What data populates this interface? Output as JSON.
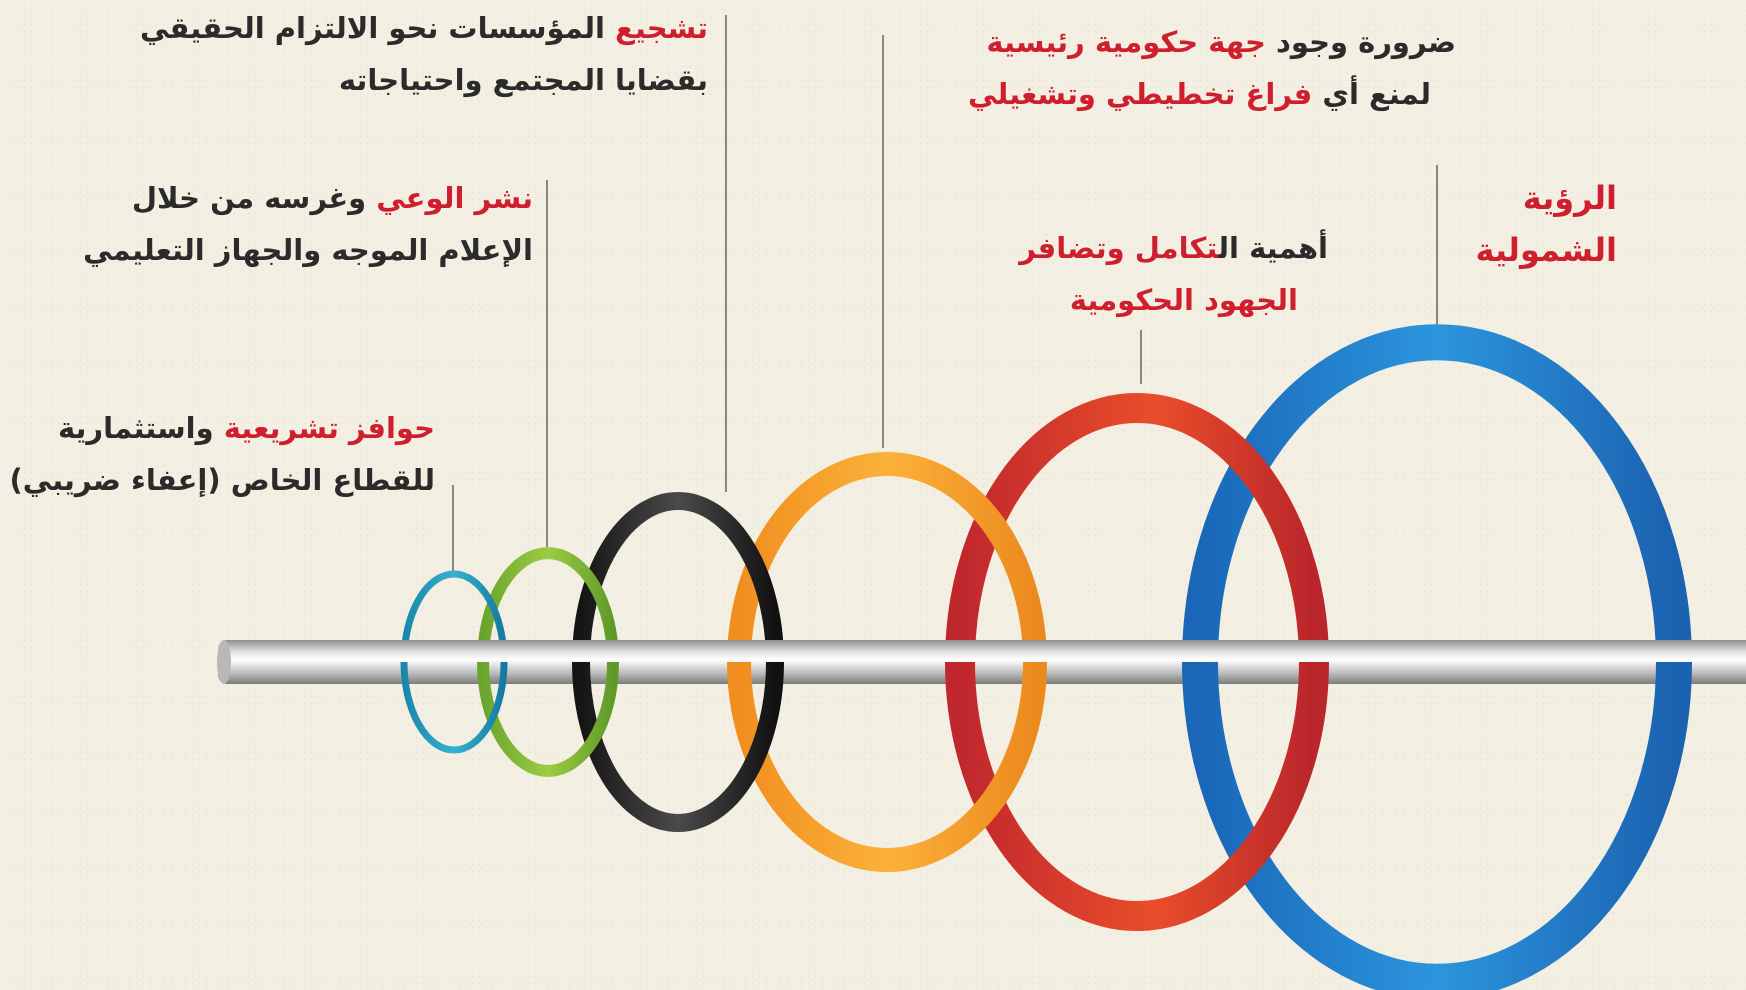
{
  "colors": {
    "highlight": "#cf1f2e",
    "text": "#2b2b2b",
    "background": "#f3f0e3",
    "rod": "#c8c8c8",
    "ring_blue": "#2388d2",
    "ring_red": "#e2452a",
    "ring_orange": "#f6a22b",
    "ring_black": "#2a2a2a",
    "ring_green": "#8cc43f",
    "ring_teal": "#27a2c1"
  },
  "labels": {
    "l1": {
      "line1": "الرؤية",
      "line2": "الشمولية"
    },
    "l2": {
      "line1_a": "أهمية ال",
      "line1_b": "تكامل وتضافر",
      "line2": "الجهود الحكومية"
    },
    "l3": {
      "line1_a": "ضرورة وجود ",
      "line1_b": "جهة حكومية رئيسية",
      "line2_a": "لمنع أي ",
      "line2_b": "فراغ تخطيطي وتشغيلي"
    },
    "l4": {
      "line1_a": "تشجيع",
      "line1_b": " المؤسسات نحو الالتزام الحقيقي",
      "line2": "بقضايا المجتمع واحتياجاته"
    },
    "l5": {
      "line1_a": "نشر الوعي",
      "line1_b": " وغرسه من خلال",
      "line2": "الإعلام الموجه والجهاز التعليمي"
    },
    "l6": {
      "line1_a": "حوافز تشريعية",
      "line1_b": " واستثمارية",
      "line2": "للقطاع الخاص (إعفاء ضريبي)"
    }
  }
}
